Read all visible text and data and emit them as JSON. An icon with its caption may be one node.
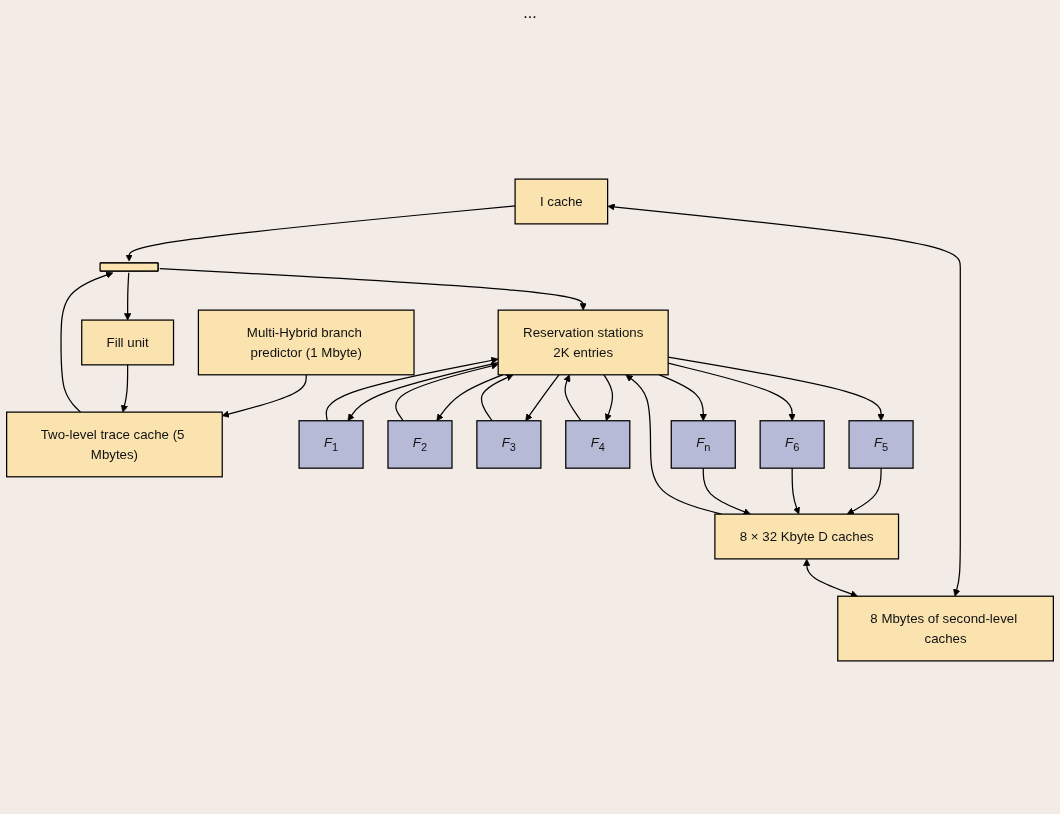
{
  "diagram": {
    "nodes": [
      {
        "text": [
          "Fill unit"
        ]
      },
      {
        "text": [
          "Two-level trace cache (5 Mbytes)"
        ]
      },
      {
        "text": [
          "Multi-Hybrid branch predictor (1 Mbyte)"
        ]
      },
      {
        "text": [
          "I cache"
        ]
      },
      {
        "text": [
          "8 Mbytes of second-level caches"
        ]
      },
      {
        "text": [],
        "shape": "bar"
      },
      {
        "text": [
          "Reservation stations",
          "2K entries"
        ]
      },
      {
        "text": [
          "*F*$_{1}$"
        ]
      },
      {
        "text": [
          "*F*$_{2}$"
        ]
      },
      {
        "text": [
          "*F*$_{3}$"
        ]
      },
      {
        "text": [
          "*F*$_{4}$"
        ]
      },
      {
        "text": [
          "*F*$_{5}$"
        ]
      },
      {
        "text": [
          "*F*$_{6}$"
        ]
      },
      {
        "text": [
          "*F*$_{n}$"
        ]
      },
      {
        "text": [
          "8 × 32 Kbyte D caches"
        ]
      }
    ],
    "edges": [
      {
        "from": 2,
        "to": 1,
        "arrow": "to"
      },
      {
        "from": 0,
        "to": 1,
        "arrow": "to"
      },
      {
        "from": 3,
        "to": 4,
        "arrow": "both"
      },
      {
        "from": 1,
        "to": 5,
        "arrow": "to"
      },
      {
        "from": 3,
        "to": 5,
        "arrow": "to"
      },
      {
        "from": 5,
        "to": 6,
        "arrow": "to"
      },
      {
        "from": 5,
        "to": 0,
        "arrow": "to"
      },
      {
        "from": 6,
        "to": 7,
        "arrow": "to"
      },
      {
        "from": 6,
        "to": 8,
        "arrow": "to"
      },
      {
        "from": 6,
        "to": 9,
        "arrow": "to"
      },
      {
        "from": 6,
        "to": 10,
        "arrow": "to"
      },
      {
        "from": 6,
        "to": 11,
        "arrow": "to"
      },
      {
        "from": 6,
        "to": 12,
        "arrow": "to"
      },
      {
        "from": 6,
        "to": 13,
        "arrow": "to"
      },
      {
        "from": 7,
        "to": 6,
        "arrow": "to"
      },
      {
        "from": 8,
        "to": 6,
        "arrow": "to"
      },
      {
        "from": 9,
        "to": 6,
        "arrow": "to"
      },
      {
        "from": 10,
        "to": 6,
        "arrow": "to"
      },
      {
        "from": 11,
        "to": 14,
        "arrow": "to"
      },
      {
        "from": 12,
        "to": 14,
        "arrow": "to"
      },
      {
        "from": 13,
        "to": 14,
        "arrow": "to"
      },
      {
        "from": 14,
        "to": 6,
        "arrow": "to"
      },
      {
        "from": 14,
        "to": 4,
        "arrow": "both"
      }
    ],
    "labels": [
      "..."
    ]
  }
}
